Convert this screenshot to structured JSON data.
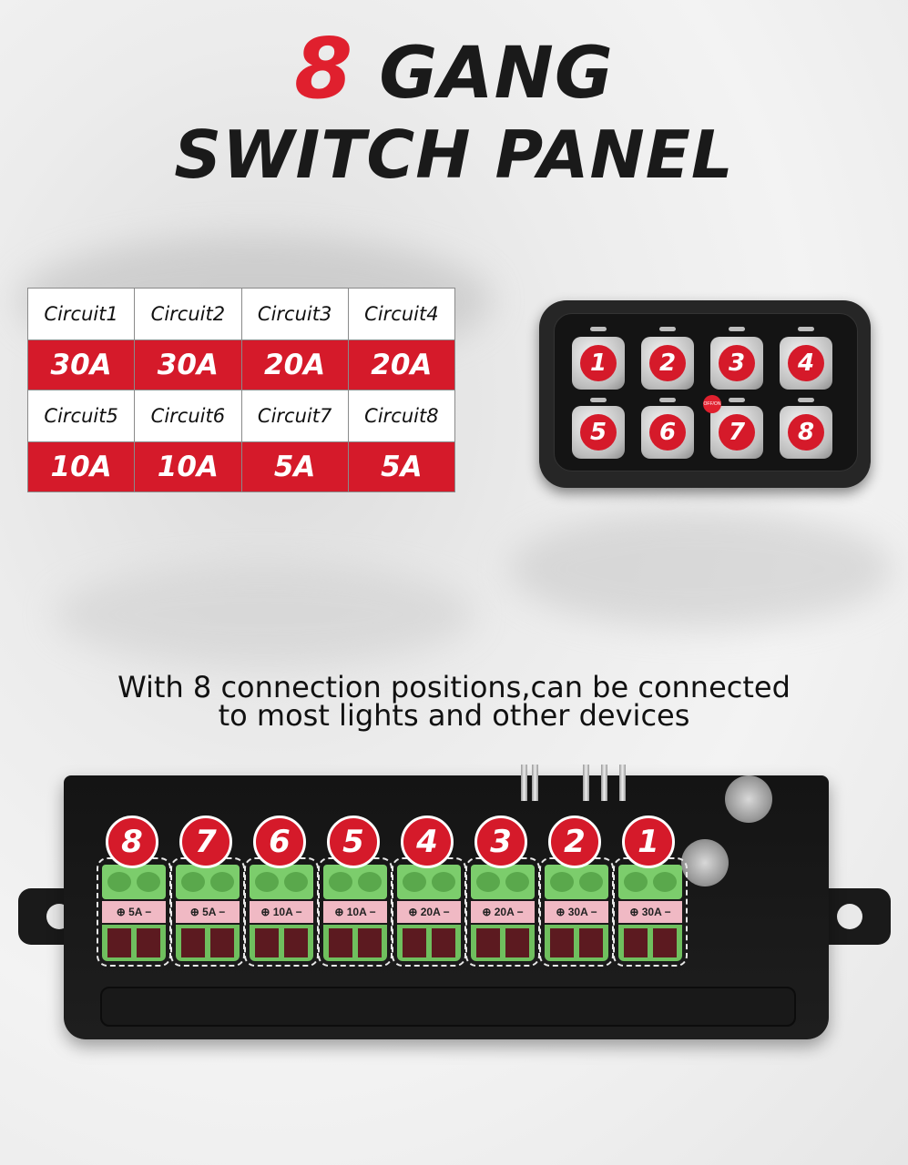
{
  "title": {
    "number": "8",
    "line1_rest": "GANG",
    "line2": "SWITCH PANEL"
  },
  "circuits": [
    {
      "label": "Circuit1",
      "amps": "30A"
    },
    {
      "label": "Circuit2",
      "amps": "30A"
    },
    {
      "label": "Circuit3",
      "amps": "20A"
    },
    {
      "label": "Circuit4",
      "amps": "20A"
    },
    {
      "label": "Circuit5",
      "amps": "10A"
    },
    {
      "label": "Circuit6",
      "amps": "10A"
    },
    {
      "label": "Circuit7",
      "amps": "5A"
    },
    {
      "label": "Circuit8",
      "amps": "5A"
    }
  ],
  "switch_panel": {
    "buttons": [
      "1",
      "2",
      "3",
      "4",
      "5",
      "6",
      "7",
      "8"
    ],
    "power_label": "OFF/ON"
  },
  "caption": {
    "line1": "With 8 connection positions,can be connected",
    "line2": "to most lights and other devices"
  },
  "fuse_box": {
    "terminals": [
      {
        "number": "8",
        "rating": "⊕ 5A −"
      },
      {
        "number": "7",
        "rating": "⊕ 5A −"
      },
      {
        "number": "6",
        "rating": "⊕ 10A −"
      },
      {
        "number": "5",
        "rating": "⊕ 10A −"
      },
      {
        "number": "4",
        "rating": "⊕ 20A −"
      },
      {
        "number": "3",
        "rating": "⊕ 20A −"
      },
      {
        "number": "2",
        "rating": "⊕ 30A −"
      },
      {
        "number": "1",
        "rating": "⊕ 30A −"
      }
    ]
  },
  "colors": {
    "accent_red": "#d51a2a",
    "terminal_green": "#7ccd6c",
    "dark": "#1a1a1a"
  }
}
